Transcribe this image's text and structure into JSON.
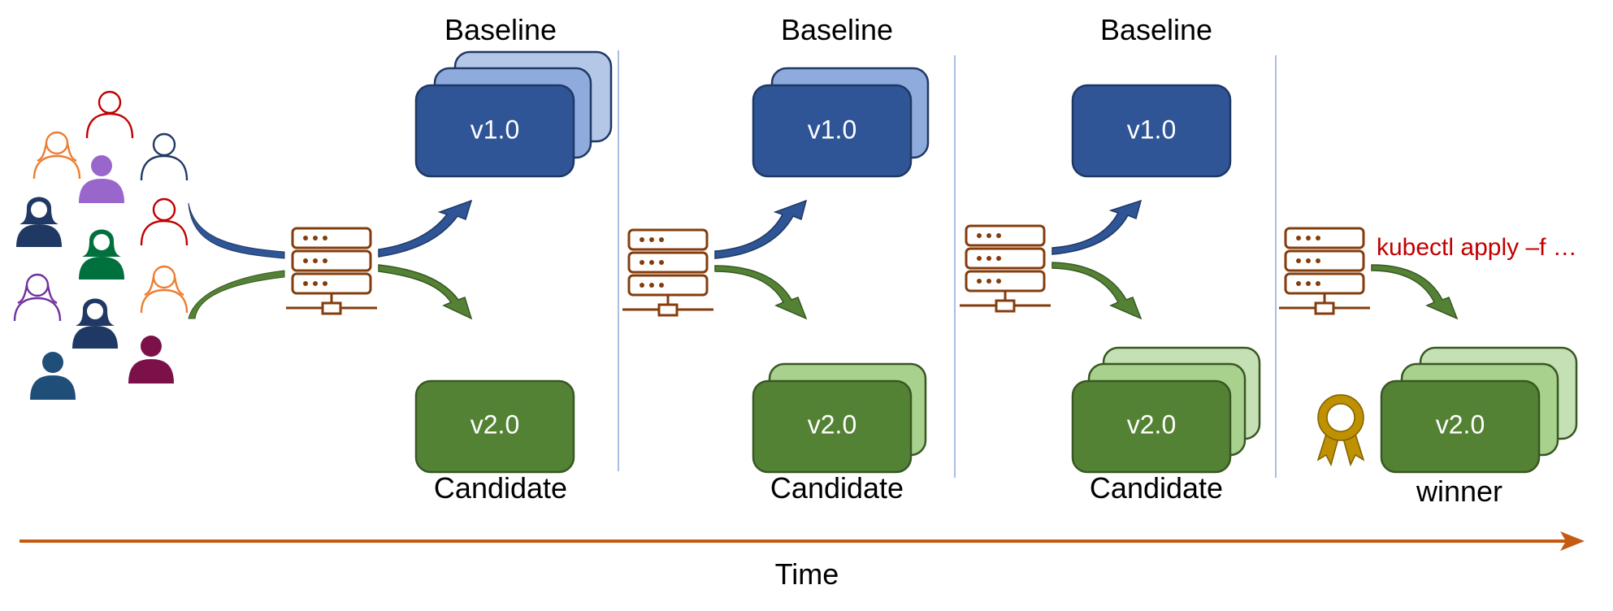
{
  "stages": [
    {
      "baseline_label": "Baseline",
      "baseline_version": "v1.0",
      "candidate_version": "v2.0",
      "candidate_label": "Candidate"
    },
    {
      "baseline_label": "Baseline",
      "baseline_version": "v1.0",
      "candidate_version": "v2.0",
      "candidate_label": "Candidate"
    },
    {
      "baseline_label": "Baseline",
      "baseline_version": "v1.0",
      "candidate_version": "v2.0",
      "candidate_label": "Candidate"
    },
    {
      "candidate_version": "v2.0",
      "winner_label": "winner",
      "command": "kubectl apply –f …"
    }
  ],
  "timeline_label": "Time",
  "colors": {
    "baseline_dark": "#2f5597",
    "baseline_mid": "#8faadc",
    "baseline_light": "#b4c7e7",
    "candidate_dark": "#548235",
    "candidate_mid": "#a9d18e",
    "candidate_light": "#c5e0b4",
    "server": "#843c0c",
    "timeline": "#c55a11",
    "command": "#c00000",
    "award": "#bf9000",
    "divider": "#8faadc"
  }
}
